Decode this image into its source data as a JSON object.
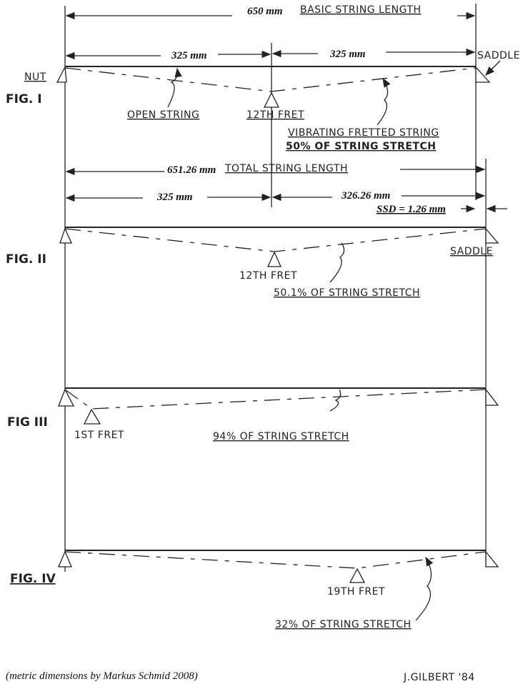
{
  "fig1": {
    "label": "FIG. I",
    "basic_length_value": "650 mm",
    "basic_length_label": "BASIC STRING LENGTH",
    "half_left": "325 mm",
    "half_right": "325 mm",
    "nut": "NUT",
    "saddle": "SADDLE",
    "open_string": "OPEN STRING",
    "fret": "12TH FRET",
    "vibrating": "VIBRATING FRETTED STRING",
    "stretch": "50% OF STRING STRETCH"
  },
  "total": {
    "value": "651.26 mm",
    "label": "TOTAL STRING LENGTH",
    "left": "325 mm",
    "right": "326.26 mm",
    "ssd": "SSD = 1.26 mm"
  },
  "fig2": {
    "label": "FIG. II",
    "saddle": "SADDLE",
    "fret": "12TH FRET",
    "stretch": "50.1% OF STRING STRETCH"
  },
  "fig3": {
    "label": "FIG III",
    "fret": "1ST FRET",
    "stretch": "94% OF STRING STRETCH"
  },
  "fig4": {
    "label": "FIG. IV",
    "fret": "19TH FRET",
    "stretch": "32% OF STRING STRETCH"
  },
  "footer": {
    "credit": "(metric dimensions by Markus Schmid 2008)",
    "signature": "J.GILBERT '84"
  }
}
